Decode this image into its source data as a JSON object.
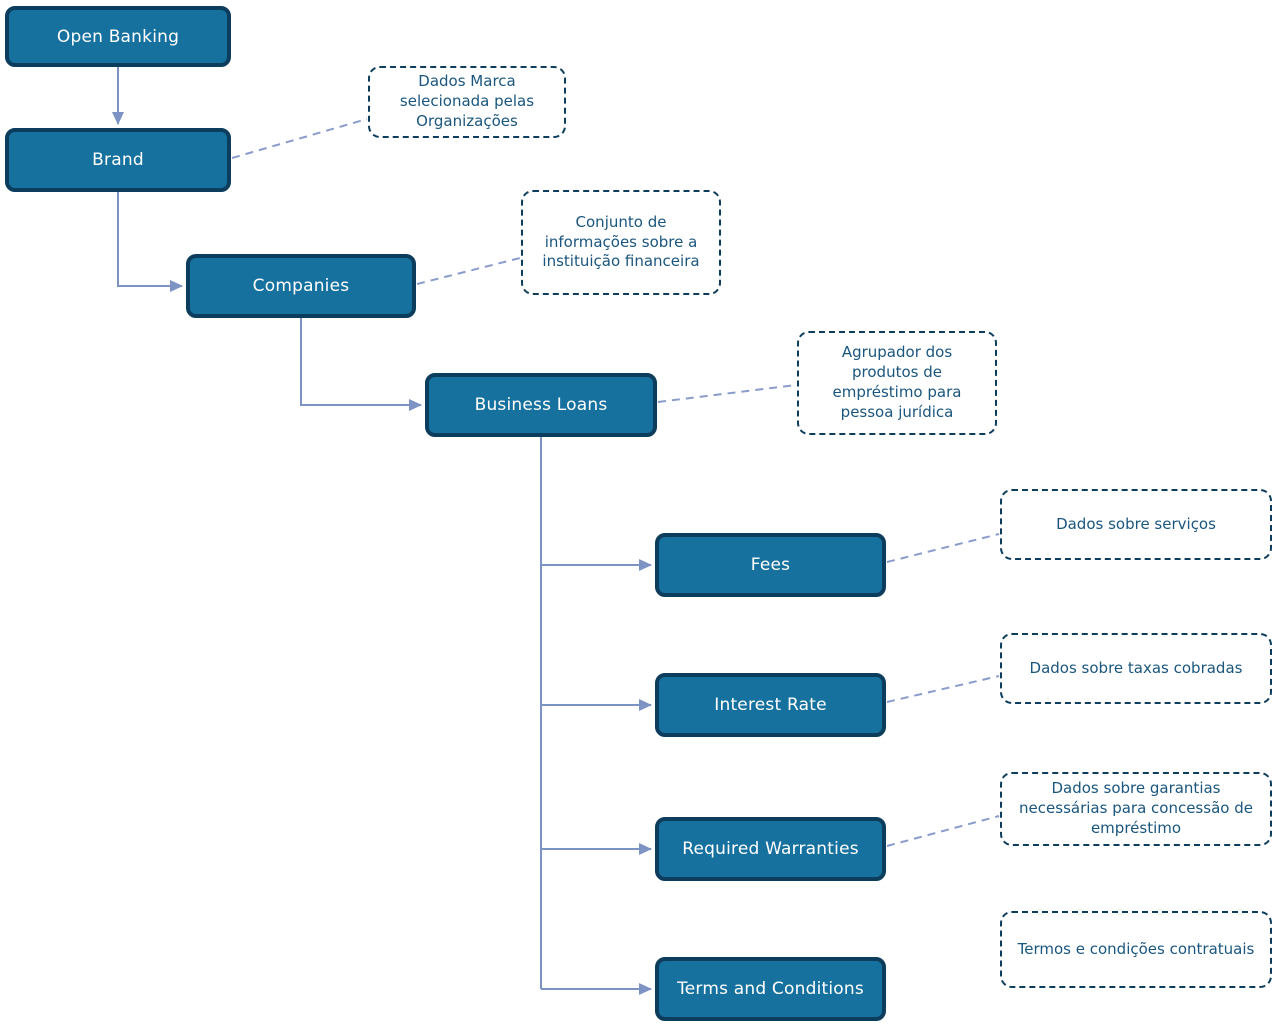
{
  "diagram": {
    "type": "hierarchy-tree",
    "colors": {
      "node_fill": "#17719f",
      "node_border": "#0d3d5c",
      "node_text": "#ffffff",
      "note_border": "#0d3d5c",
      "note_text": "#1a567e",
      "connector_solid": "#7d93c4",
      "connector_dashed": "#8a9ccc",
      "background": "#ffffff"
    },
    "nodes": [
      {
        "id": "open-banking",
        "label": "Open Banking"
      },
      {
        "id": "brand",
        "label": "Brand"
      },
      {
        "id": "companies",
        "label": "Companies"
      },
      {
        "id": "business-loans",
        "label": "Business Loans"
      },
      {
        "id": "fees",
        "label": "Fees"
      },
      {
        "id": "interest-rate",
        "label": "Interest Rate"
      },
      {
        "id": "required-warranties",
        "label": "Required Warranties"
      },
      {
        "id": "terms-and-conditions",
        "label": "Terms and Conditions"
      }
    ],
    "edges": [
      {
        "from": "Open Banking",
        "to": "Brand"
      },
      {
        "from": "Brand",
        "to": "Companies"
      },
      {
        "from": "Companies",
        "to": "Business Loans"
      },
      {
        "from": "Business Loans",
        "to": "Fees"
      },
      {
        "from": "Business Loans",
        "to": "Interest Rate"
      },
      {
        "from": "Business Loans",
        "to": "Required Warranties"
      },
      {
        "from": "Business Loans",
        "to": "Terms and Conditions"
      }
    ],
    "notes": [
      {
        "for": "Brand",
        "text": "Dados Marca selecionada pelas Organizações"
      },
      {
        "for": "Companies",
        "text": "Conjunto de informações sobre a instituição financeira"
      },
      {
        "for": "Business Loans",
        "text": "Agrupador dos produtos de empréstimo para pessoa jurídica"
      },
      {
        "for": "Fees",
        "text": "Dados sobre serviços"
      },
      {
        "for": "Interest Rate",
        "text": "Dados sobre taxas cobradas"
      },
      {
        "for": "Required Warranties",
        "text": "Dados sobre garantias necessárias para concessão de empréstimo"
      },
      {
        "for": "Terms and Conditions",
        "text": "Termos e condições contratuais"
      }
    ]
  }
}
